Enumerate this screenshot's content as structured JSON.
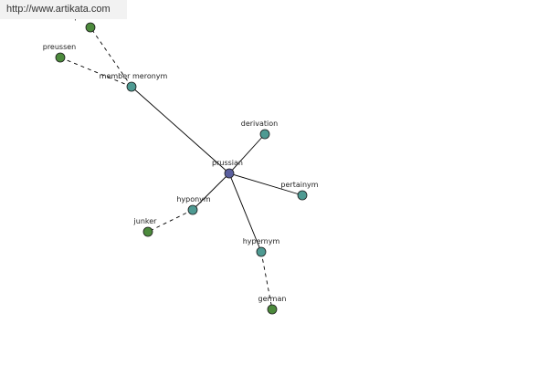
{
  "watermark": "http://www.artikata.com",
  "colors": {
    "center": "#5a5f9e",
    "relation": "#4e9a92",
    "word": "#4c8a3c",
    "edge": "#000000"
  },
  "graph": {
    "nodes": [
      {
        "id": "prussian",
        "label": "prussian",
        "kind": "center"
      },
      {
        "id": "member-meronym",
        "label": "member meronym",
        "kind": "relation"
      },
      {
        "id": "derivation",
        "label": "derivation",
        "kind": "relation"
      },
      {
        "id": "pertainym",
        "label": "pertainym",
        "kind": "relation"
      },
      {
        "id": "hyponym",
        "label": "hyponym",
        "kind": "relation"
      },
      {
        "id": "hypernym",
        "label": "hypernym",
        "kind": "relation"
      },
      {
        "id": "prussia",
        "label": "prussia",
        "kind": "word"
      },
      {
        "id": "preussen",
        "label": "preussen",
        "kind": "word"
      },
      {
        "id": "junker",
        "label": "junker",
        "kind": "word"
      },
      {
        "id": "german",
        "label": "german",
        "kind": "word"
      }
    ],
    "edges": [
      {
        "from": "prussian",
        "to": "member-meronym",
        "style": "solid"
      },
      {
        "from": "prussian",
        "to": "derivation",
        "style": "solid"
      },
      {
        "from": "prussian",
        "to": "pertainym",
        "style": "solid"
      },
      {
        "from": "prussian",
        "to": "hyponym",
        "style": "solid"
      },
      {
        "from": "prussian",
        "to": "hypernym",
        "style": "solid"
      },
      {
        "from": "member-meronym",
        "to": "prussia",
        "style": "dashed"
      },
      {
        "from": "member-meronym",
        "to": "preussen",
        "style": "dashed"
      },
      {
        "from": "hyponym",
        "to": "junker",
        "style": "dashed"
      },
      {
        "from": "hypernym",
        "to": "german",
        "style": "dashed"
      }
    ]
  }
}
